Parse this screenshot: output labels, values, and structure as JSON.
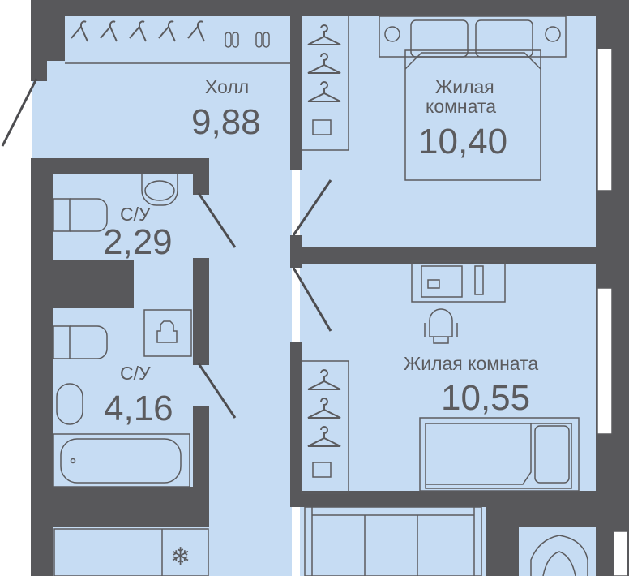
{
  "rooms": {
    "hall": {
      "name": "Холл",
      "area": "9,88"
    },
    "bedroom_1": {
      "name_line1": "Жилая",
      "name_line2": "комната",
      "area": "10,40"
    },
    "bathroom_1": {
      "name": "С/У",
      "area": "2,29"
    },
    "bathroom_2": {
      "name": "С/У",
      "area": "4,16"
    },
    "bedroom_2": {
      "name": "Жилая комната",
      "area": "10,55"
    }
  },
  "colors": {
    "wall": "#58585b",
    "floor": "#c6dcf3",
    "line": "#5b5b5e"
  }
}
